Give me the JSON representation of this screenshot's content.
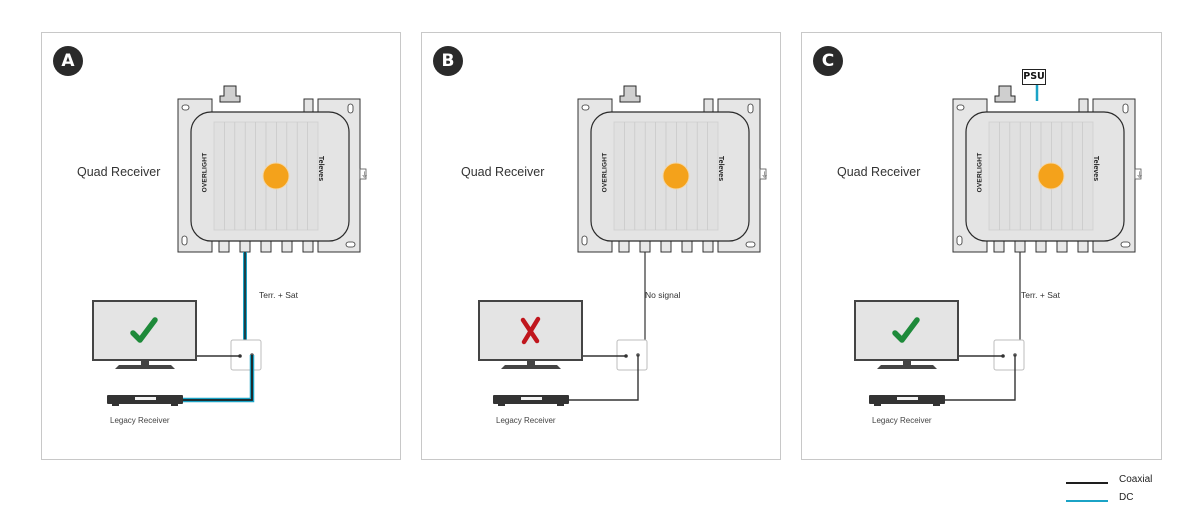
{
  "colors": {
    "coaxial": "#1e1e1e",
    "dc": "#1ba3c6",
    "led": "#f4a21b",
    "check": "#1e8a3a",
    "cross": "#c0161d",
    "panel_border": "#c8c8c8"
  },
  "panels": [
    {
      "id": "A",
      "badge": "A",
      "device_label": "Quad Receiver",
      "device_brand_left": "OVERLIGHT",
      "device_brand_right": "Televes",
      "signal_label": "Terr. + Sat",
      "legacy_label": "Legacy Receiver",
      "tv_status": "check",
      "cable_type": "dc",
      "psu": false
    },
    {
      "id": "B",
      "badge": "B",
      "device_label": "Quad Receiver",
      "device_brand_left": "OVERLIGHT",
      "device_brand_right": "Televes",
      "signal_label": "No signal",
      "legacy_label": "Legacy Receiver",
      "tv_status": "cross",
      "cable_type": "coaxial",
      "psu": false
    },
    {
      "id": "C",
      "badge": "C",
      "device_label": "Quad Receiver",
      "device_brand_left": "OVERLIGHT",
      "device_brand_right": "Televes",
      "signal_label": "Terr. + Sat",
      "legacy_label": "Legacy Receiver",
      "tv_status": "check",
      "cable_type": "coaxial",
      "psu": true,
      "psu_label": "PSU"
    }
  ],
  "legend": [
    {
      "label": "Coaxial",
      "type": "coaxial"
    },
    {
      "label": "DC",
      "type": "dc"
    }
  ]
}
